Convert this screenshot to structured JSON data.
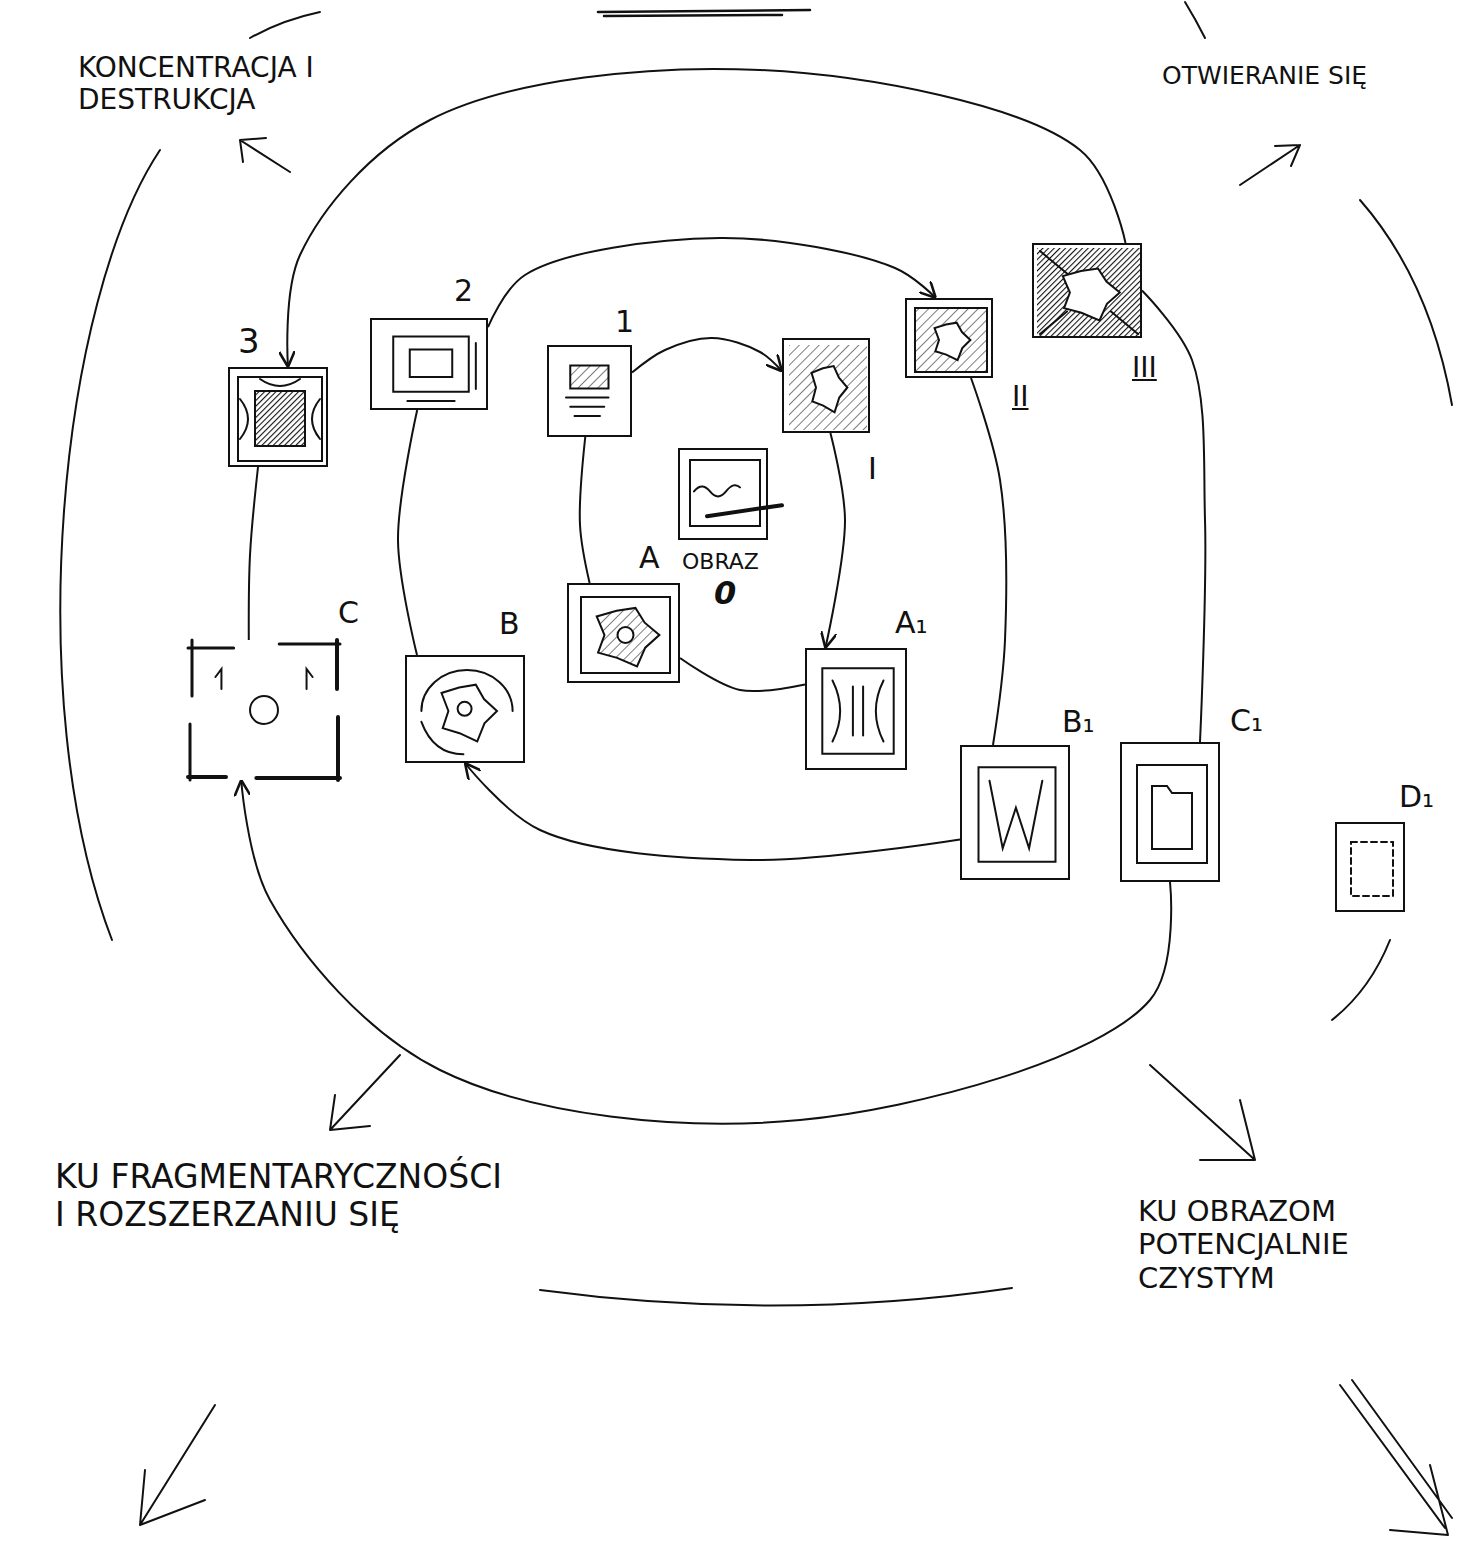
{
  "diagram": {
    "nodes": [
      {
        "text": [
          "OBRAZ",
          "0"
        ]
      },
      {
        "text": [
          "A"
        ]
      },
      {
        "text": [
          "1"
        ]
      },
      {
        "text": [
          "2"
        ]
      },
      {
        "text": [
          "3"
        ]
      },
      {
        "text": [
          "I"
        ]
      },
      {
        "text": [
          "II"
        ]
      },
      {
        "text": [
          "III"
        ]
      },
      {
        "text": [
          "A₁"
        ]
      },
      {
        "text": [
          "B"
        ]
      },
      {
        "text": [
          "C"
        ]
      },
      {
        "text": [
          "B₁"
        ]
      },
      {
        "text": [
          "C₁"
        ]
      },
      {
        "text": [
          "D₁"
        ]
      }
    ],
    "edges": [
      {
        "from": 1,
        "to": 2,
        "arrow": "none"
      },
      {
        "from": 2,
        "to": 5,
        "arrow": "to"
      },
      {
        "from": 5,
        "to": 8,
        "arrow": "to"
      },
      {
        "from": 8,
        "to": 1,
        "arrow": "none"
      },
      {
        "from": 3,
        "to": 6,
        "arrow": "to"
      },
      {
        "from": 6,
        "to": 11,
        "arrow": "none"
      },
      {
        "from": 11,
        "to": 9,
        "arrow": "to"
      },
      {
        "from": 9,
        "to": 3,
        "arrow": "none"
      },
      {
        "from": 7,
        "to": 4,
        "arrow": "to"
      },
      {
        "from": 7,
        "to": 12,
        "arrow": "none"
      },
      {
        "from": 12,
        "to": 10,
        "arrow": "to"
      },
      {
        "from": 10,
        "to": 4,
        "arrow": "none"
      }
    ],
    "labels": [
      "KONCENTRACJA I DESTRUKCJA",
      "OTWIERANIE SIĘ",
      "KU FRAGMENTARYCZNOŚCI I ROZSZERZANIU SIĘ",
      "KU OBRAZOM POTENCJALNIE CZYSTYM"
    ]
  }
}
